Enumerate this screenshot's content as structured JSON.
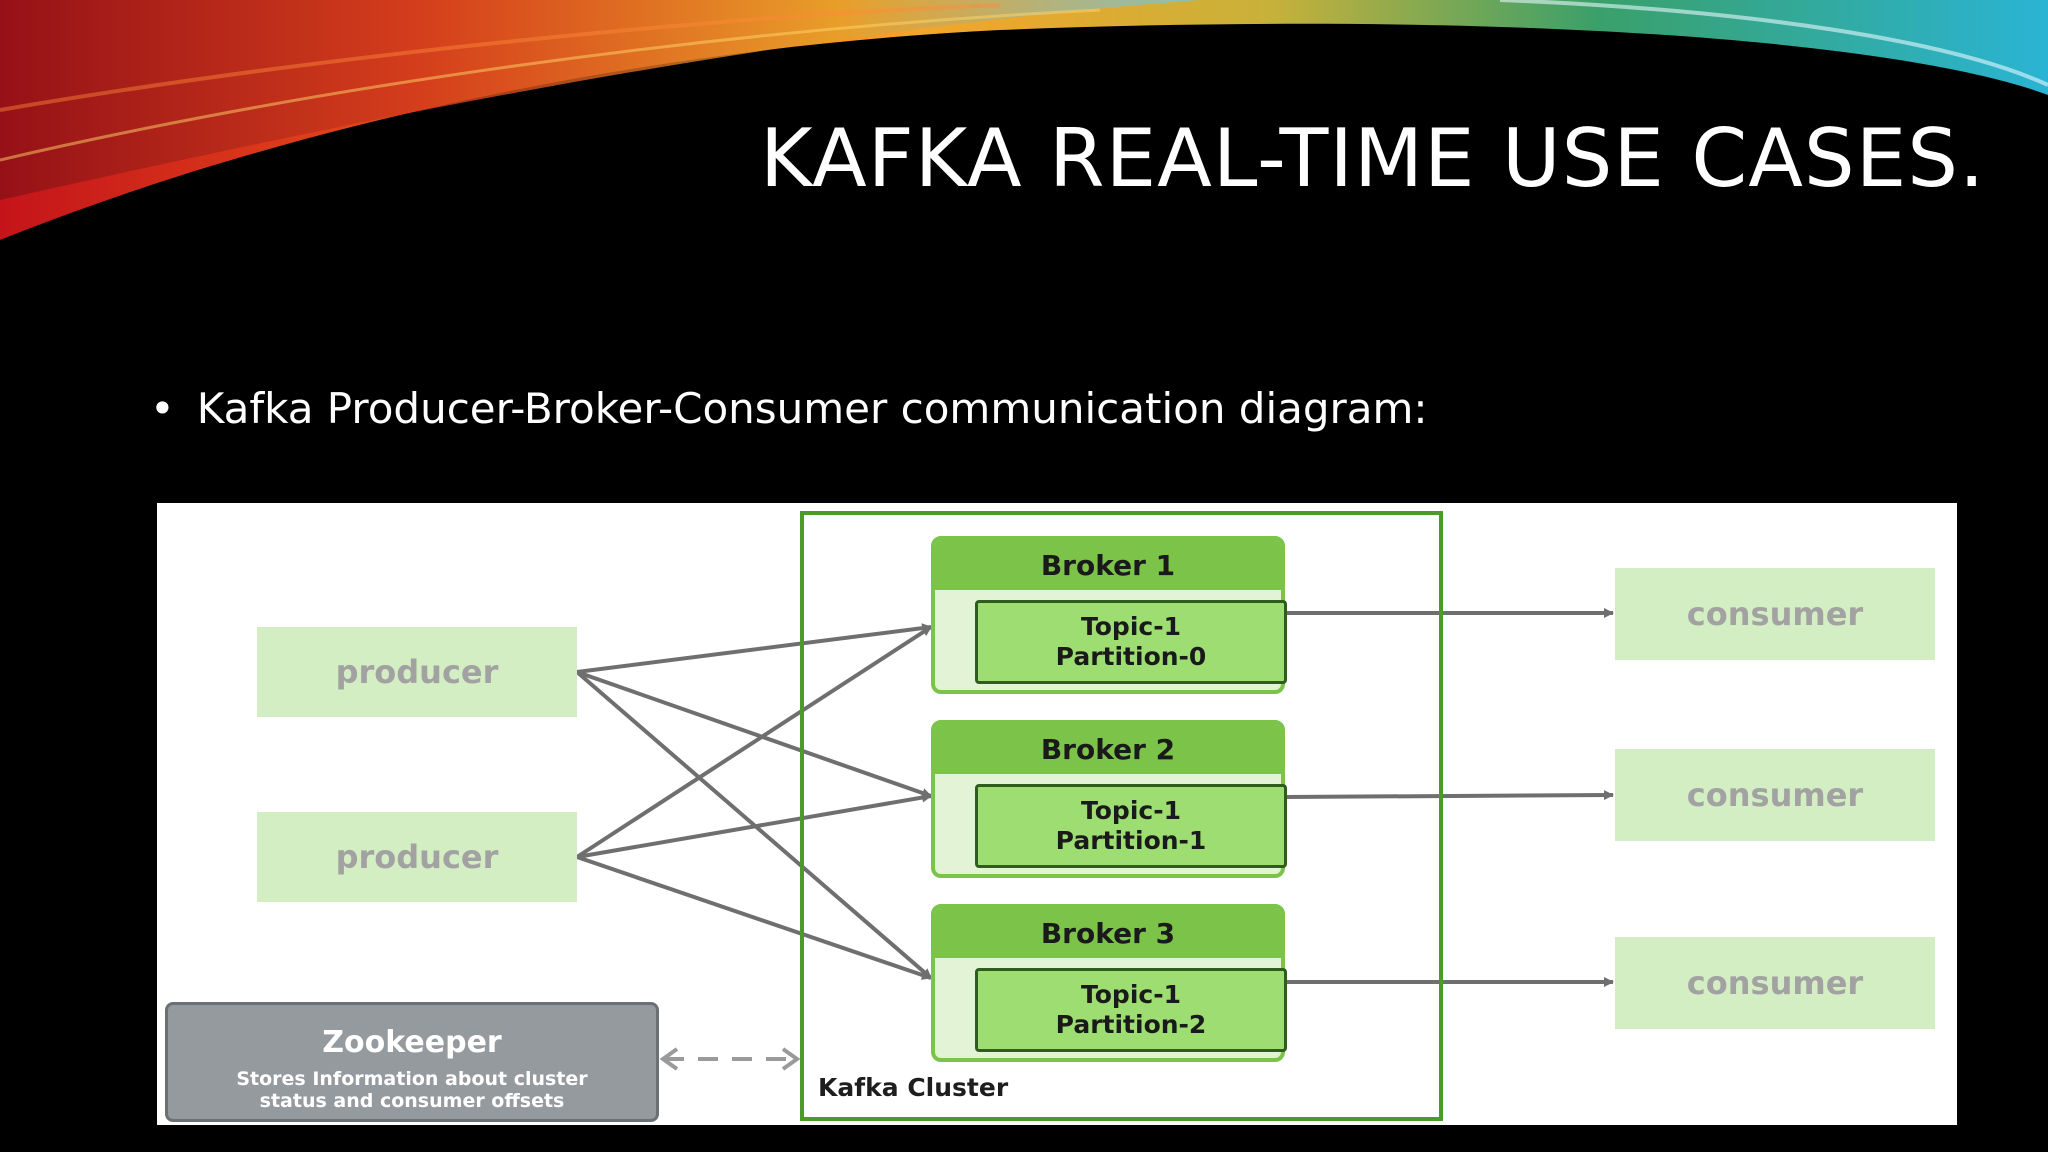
{
  "title": "KAFKA REAL-TIME USE CASES.",
  "bullet": "Kafka Producer-Broker-Consumer  communication diagram:",
  "colors": {
    "background": "#000000",
    "cluster_border": "#4a9a2c",
    "broker_header": "#7bc349",
    "topic_fill": "#9ddd72",
    "light_box": "#d4eec4",
    "zookeeper": "#959a9f",
    "arrow": "#6f6f6f"
  },
  "diagram": {
    "producers": [
      "producer",
      "producer"
    ],
    "consumers": [
      "consumer",
      "consumer",
      "consumer"
    ],
    "cluster_label": "Kafka Cluster",
    "brokers": [
      {
        "name": "Broker 1",
        "topic": "Topic-1",
        "partition": "Partition-0"
      },
      {
        "name": "Broker 2",
        "topic": "Topic-1",
        "partition": "Partition-1"
      },
      {
        "name": "Broker 3",
        "topic": "Topic-1",
        "partition": "Partition-2"
      }
    ],
    "zookeeper": {
      "title": "Zookeeper",
      "line1": "Stores Information about cluster",
      "line2": "status and consumer offsets"
    }
  }
}
